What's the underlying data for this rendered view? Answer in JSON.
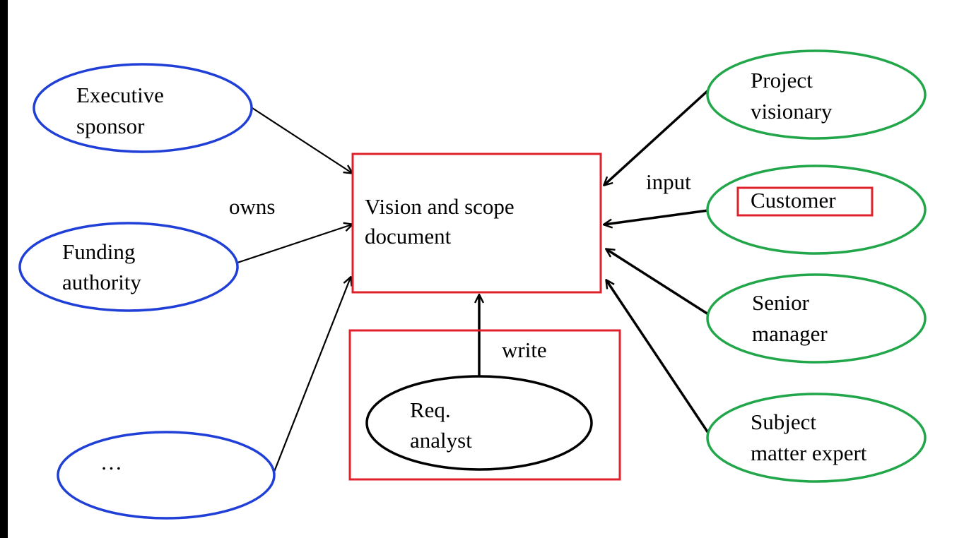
{
  "central": {
    "line1": "Vision and scope",
    "line2": "document"
  },
  "owners": [
    {
      "line1": "Executive",
      "line2": "sponsor"
    },
    {
      "line1": "Funding",
      "line2": "authority"
    },
    {
      "line1": "…",
      "line2": ""
    }
  ],
  "contributors": [
    {
      "line1": "Project",
      "line2": "visionary"
    },
    {
      "line1": "Customer",
      "line2": ""
    },
    {
      "line1": "Senior",
      "line2": "manager"
    },
    {
      "line1": "Subject",
      "line2": "matter expert"
    }
  ],
  "analyst": {
    "line1": "Req.",
    "line2": "analyst"
  },
  "relations": {
    "owns": "owns",
    "input": "input",
    "write": "write"
  },
  "colors": {
    "owner_stroke": "#1f3fd6",
    "contributor_stroke": "#22a64a",
    "document_stroke": "#e0202a",
    "analyst_stroke": "#000000",
    "highlight_stroke": "#e0202a",
    "arrow": "#000000"
  }
}
